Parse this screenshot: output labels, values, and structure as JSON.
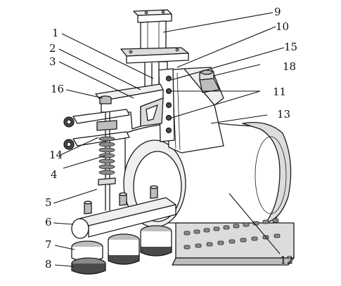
{
  "callouts": [
    {
      "id": "c1",
      "label": "1"
    },
    {
      "id": "c2",
      "label": "2"
    },
    {
      "id": "c3",
      "label": "3"
    },
    {
      "id": "c4",
      "label": "4"
    },
    {
      "id": "c5",
      "label": "5"
    },
    {
      "id": "c6",
      "label": "6"
    },
    {
      "id": "c7",
      "label": "7"
    },
    {
      "id": "c8",
      "label": "8"
    },
    {
      "id": "c9",
      "label": "9"
    },
    {
      "id": "c10",
      "label": "10"
    },
    {
      "id": "c11",
      "label": "11"
    },
    {
      "id": "c12",
      "label": "12"
    },
    {
      "id": "c13",
      "label": "13"
    },
    {
      "id": "c14",
      "label": "14"
    },
    {
      "id": "c15",
      "label": "15"
    },
    {
      "id": "c16",
      "label": "16"
    },
    {
      "id": "c18",
      "label": "18"
    }
  ]
}
